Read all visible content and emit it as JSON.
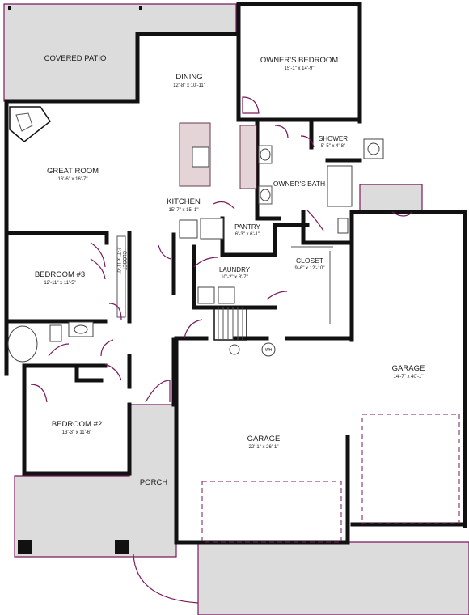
{
  "rooms": {
    "covered_patio": {
      "name": "COVERED PATIO"
    },
    "dining": {
      "name": "DINING",
      "dims": "12'-8\" x 10'-11\""
    },
    "owners_bedroom": {
      "name": "OWNER'S BEDROOM",
      "dims": "15'-1\" x 14'-9\""
    },
    "great_room": {
      "name": "GREAT ROOM",
      "dims": "16'-6\" x 16'-7\""
    },
    "shower": {
      "name": "SHOWER",
      "dims": "5'-5\" x 4'-8\""
    },
    "owners_bath": {
      "name": "OWNER'S BATH"
    },
    "kitchen": {
      "name": "KITCHEN",
      "dims": "15'-7\" x 15'-1\""
    },
    "pantry": {
      "name": "PANTRY",
      "dims": "6'-3\" x 6'-1\""
    },
    "bedroom3": {
      "name": "BEDROOM #3",
      "dims": "12'-11\" x 11'-5\""
    },
    "closet_small": {
      "name": "CLOSET",
      "dims": "2'-7\" x 11'-0\""
    },
    "laundry": {
      "name": "LAUNDRY",
      "dims": "10'-2\" x 8'-7\""
    },
    "closet": {
      "name": "CLOSET",
      "dims": "9'-6\" x 12'-10\""
    },
    "garage_right": {
      "name": "GARAGE",
      "dims": "14'-7\" x 40'-1\""
    },
    "bedroom2": {
      "name": "BEDROOM #2",
      "dims": "13'-3\" x 11'-6\""
    },
    "garage_main": {
      "name": "GARAGE",
      "dims": "22'-1\" x 26'-1\""
    },
    "porch": {
      "name": "PORCH"
    },
    "water_heater": {
      "name": "WH"
    }
  },
  "colors": {
    "walls": "#111111",
    "exterior_slab": "#dcdcdc",
    "accent": "#7a1a5e",
    "island": "#e4d4d8"
  }
}
